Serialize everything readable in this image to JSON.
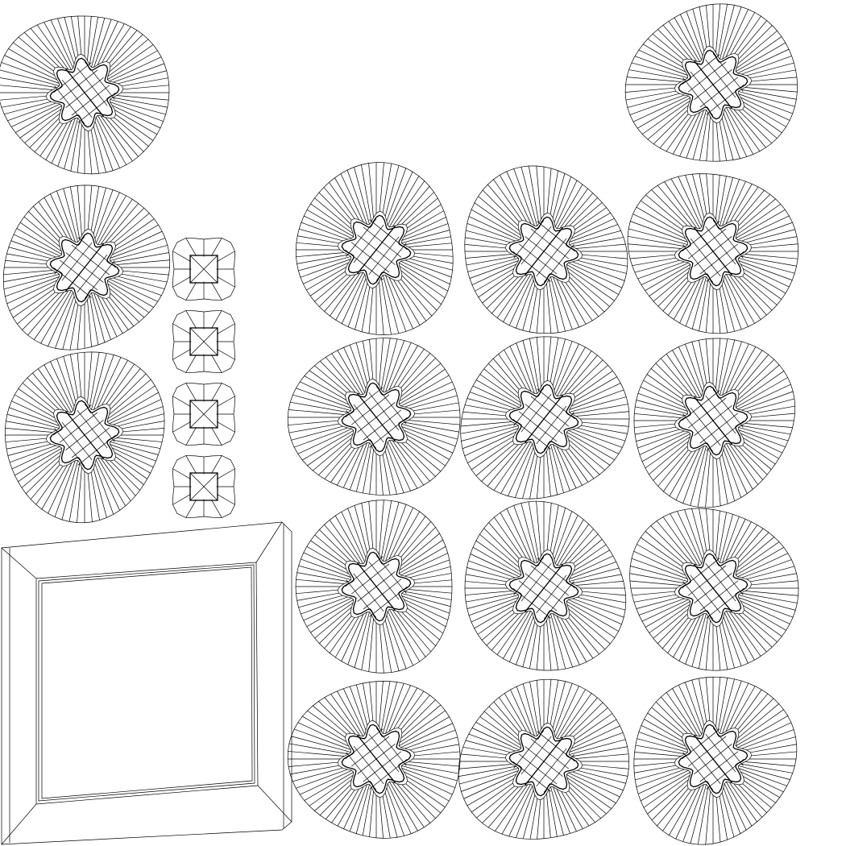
{
  "view": {
    "type": "uv-wireframe-layout",
    "background_color": "#ffffff",
    "line_color": "#000000"
  },
  "islands": {
    "large_radial_count": 16,
    "small_flower_count": 4,
    "frame_count": 1
  }
}
